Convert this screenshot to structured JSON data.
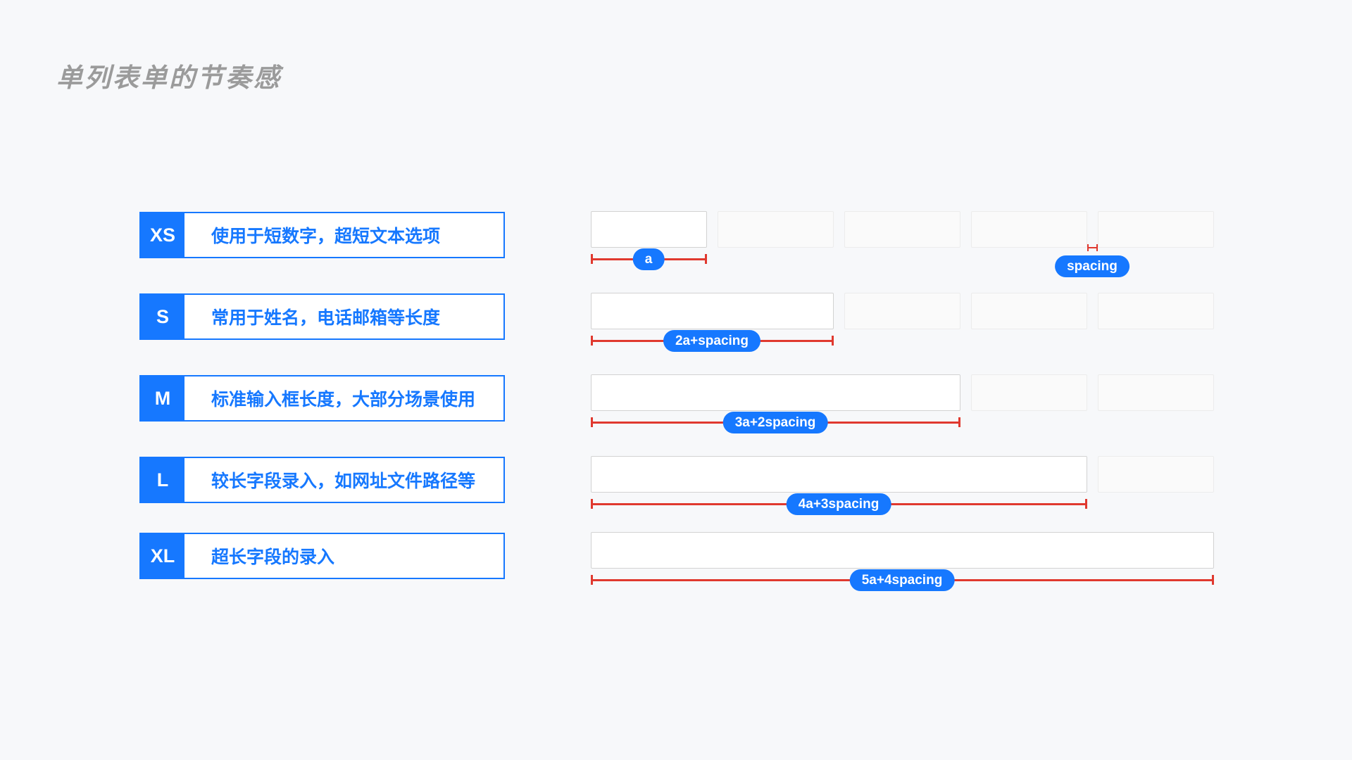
{
  "page": {
    "title": "单列表单的节奏感"
  },
  "colors": {
    "accent_blue": "#1678ff",
    "measure_red": "#e0392f",
    "background": "#f7f8fa",
    "title_gray": "#9b9b9b"
  },
  "annotations": {
    "unit_label": "a",
    "spacing_label": "spacing"
  },
  "rows": [
    {
      "size": "XS",
      "description": "使用于短数字，超短文本选项",
      "units": 1,
      "measure_label": "a"
    },
    {
      "size": "S",
      "description": "常用于姓名，电话邮箱等长度",
      "units": 2,
      "measure_label": "2a+spacing"
    },
    {
      "size": "M",
      "description": "标准输入框长度，大部分场景使用",
      "units": 3,
      "measure_label": "3a+2spacing"
    },
    {
      "size": "L",
      "description": "较长字段录入，如网址文件路径等",
      "units": 4,
      "measure_label": "4a+3spacing"
    },
    {
      "size": "XL",
      "description": "超长字段的录入",
      "units": 5,
      "measure_label": "5a+4spacing"
    }
  ]
}
